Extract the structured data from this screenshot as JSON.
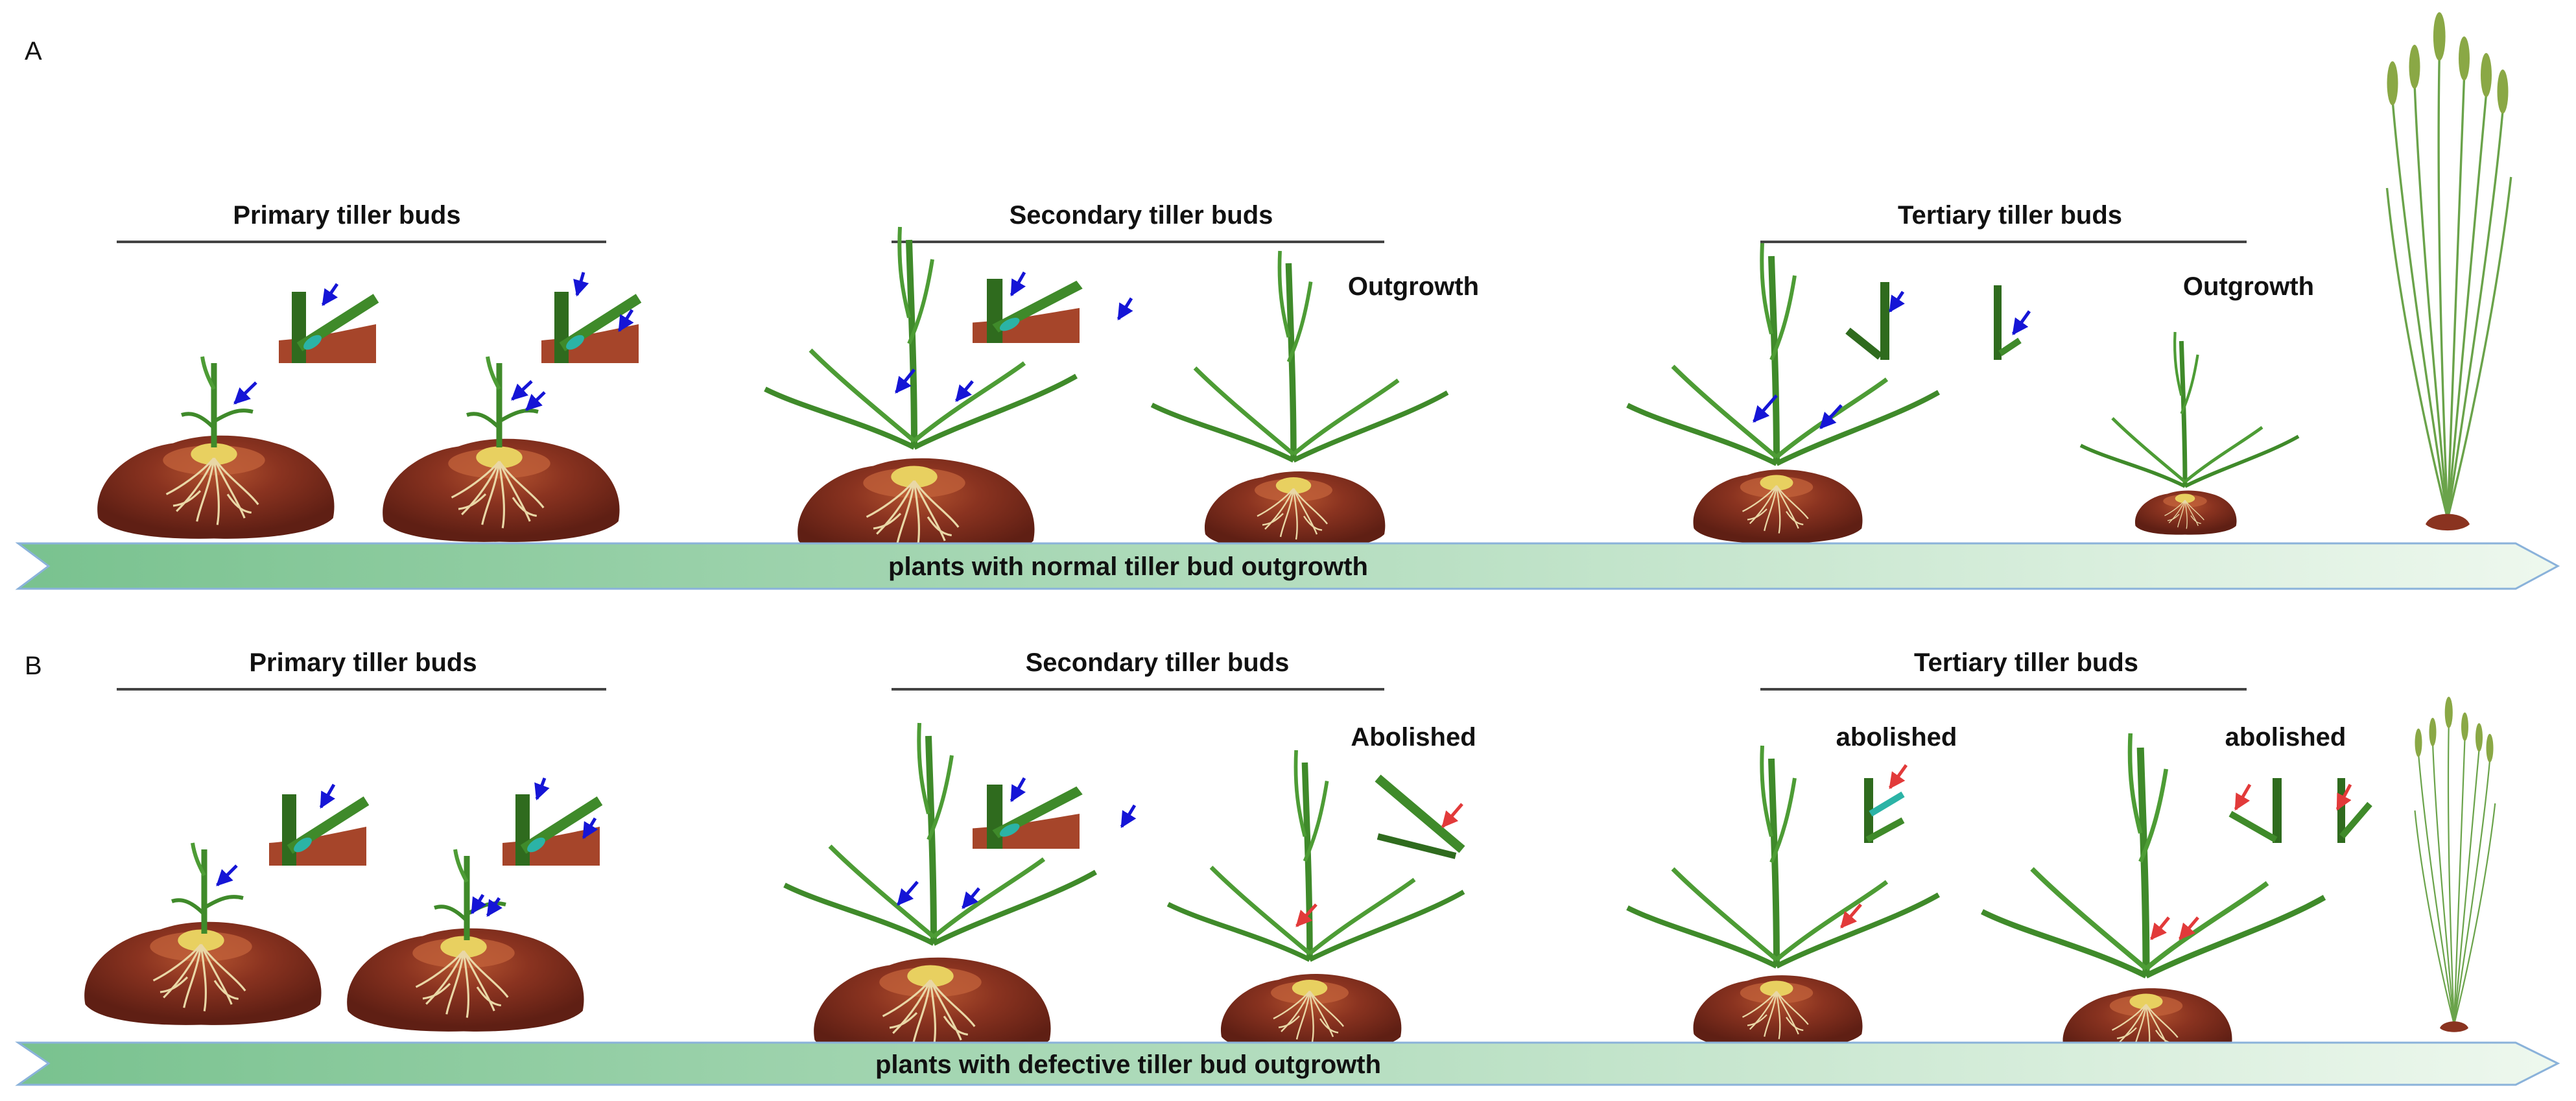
{
  "panels": [
    {
      "label": "A",
      "headings": [
        "Primary tiller buds",
        "Secondary tiller buds",
        "Tertiary tiller buds"
      ],
      "state_labels": [
        "Outgrowth",
        "Outgrowth"
      ],
      "band_text": "plants with normal tiller bud outgrowth"
    },
    {
      "label": "B",
      "headings": [
        "Primary tiller buds",
        "Secondary tiller buds",
        "Tertiary tiller buds"
      ],
      "state_labels": [
        "Abolished",
        "abolished",
        "abolished"
      ],
      "band_text": "plants with defective tiller bud outgrowth"
    }
  ],
  "colors": {
    "bud_arrow_normal": "#1515d6",
    "bud_arrow_defective": "#e23a3a",
    "leaf": "#3f8a2a",
    "stem_dark": "#2f6b1e",
    "bud": "#2bb3a6",
    "soil_dark": "#6b2416",
    "soil_light": "#a6452a",
    "band_start": "#79c28f",
    "band_end": "#eef8ee",
    "band_stroke": "#8ab2da"
  },
  "icons": [
    "bud-arrow-icon",
    "tiller-plant-icon",
    "mature-wheat-icon",
    "soil-mound-icon"
  ]
}
